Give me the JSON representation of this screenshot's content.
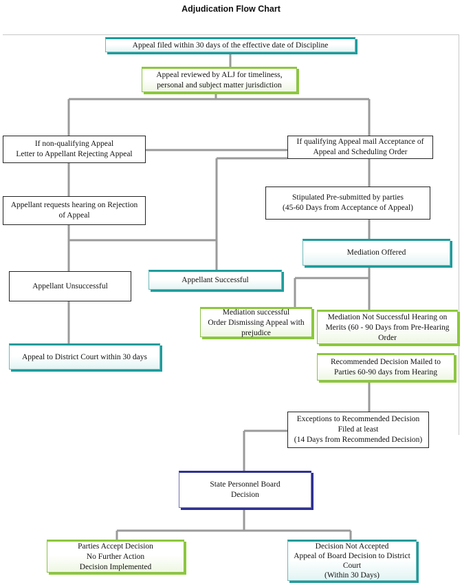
{
  "title": "Adjudication Flow Chart",
  "boxes": {
    "appeal_filed": [
      "Appeal filed within 30 days of the effective date of Discipline"
    ],
    "appeal_reviewed": [
      "Appeal reviewed by ALJ for timeliness,",
      "personal and subject matter jurisdiction"
    ],
    "non_qualifying": [
      "If non-qualifying Appeal",
      "Letter to Appellant Rejecting Appeal"
    ],
    "qualifying": [
      "If qualifying Appeal mail  Acceptance of",
      "Appeal and Scheduling Order"
    ],
    "hearing_request": [
      "Appellant requests hearing on Rejection",
      "of Appeal"
    ],
    "stipulated": [
      "Stipulated Pre-submitted  by parties",
      "(45-60  Days from Acceptance of Appeal)"
    ],
    "mediation_offered": [
      "Mediation Offered"
    ],
    "appellant_unsuccessful": [
      "Appellant Unsuccessful"
    ],
    "appellant_successful": [
      "Appellant Successful"
    ],
    "mediation_successful": [
      "Mediation successful",
      "Order Dismissing Appeal with",
      "prejudice"
    ],
    "mediation_not_successful": [
      "Mediation Not Successful Hearing on",
      "Merits (60  - 90 Days from Pre-Hearing",
      "Order"
    ],
    "district_court": [
      "Appeal to District Court within 30  days"
    ],
    "recommended_decision": [
      "Recommended Decision Mailed to",
      "Parties 60-90  days from Hearing"
    ],
    "exceptions": [
      "Exceptions to Recommended Decision",
      "Filed at least",
      "(14 Days from Recommended Decision)"
    ],
    "board_decision": [
      "State Personnel Board",
      "Decision"
    ],
    "parties_accept": [
      "Parties Accept Decision",
      "No Further Action",
      "Decision Implemented"
    ],
    "decision_not_accepted": [
      "Decision Not Accepted",
      "Appeal of Board Decision to District",
      "Court",
      "(Within 30 Days)"
    ]
  },
  "colors": {
    "connector": "#9a9a9a",
    "teal_accent": "#1e9c9c",
    "green_accent": "#8cc83c",
    "navy_accent": "#2e3192"
  }
}
